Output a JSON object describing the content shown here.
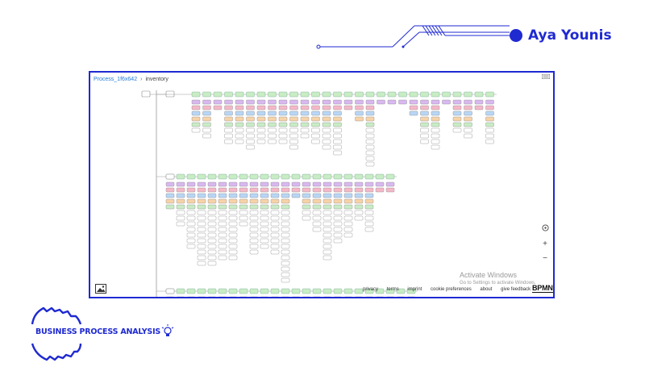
{
  "author": {
    "name": "Aya Younis"
  },
  "editor": {
    "breadcrumb": {
      "process": "Process_1f6x642",
      "current": "inventory"
    },
    "watermark": {
      "title": "Activate Windows",
      "subtitle": "Go to Settings to activate Windows."
    },
    "footer_links": [
      "privacy",
      "terms",
      "imprint",
      "cookie preferences",
      "about",
      "give feedback"
    ],
    "brand": "BPMN.iO",
    "tools": {
      "zoom_in": "+",
      "zoom_out": "−"
    }
  },
  "logo": {
    "text": "BUSINESS PROCESS ANALYSIS"
  },
  "colors": {
    "accent": "#1f2ad1",
    "purple": "#d9b8f0",
    "pink": "#f5b8c8",
    "blue": "#b8d6f5",
    "orange": "#f7d3a8",
    "green": "#c8ecc4"
  }
}
